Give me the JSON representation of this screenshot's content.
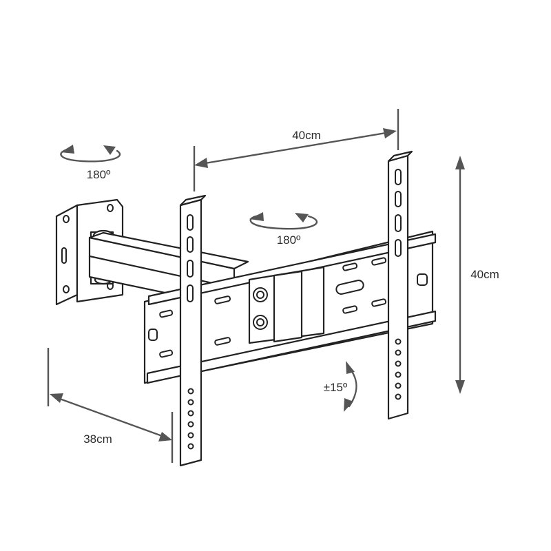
{
  "dimensions": {
    "top_width": "40cm",
    "right_height": "40cm",
    "depth": "38cm"
  },
  "rotations": {
    "wall_swivel": "180º",
    "plate_swivel": "180º",
    "tilt": "±15º"
  },
  "colors": {
    "line": "#222222",
    "dimension": "#555555",
    "text": "#2b2b2b"
  }
}
